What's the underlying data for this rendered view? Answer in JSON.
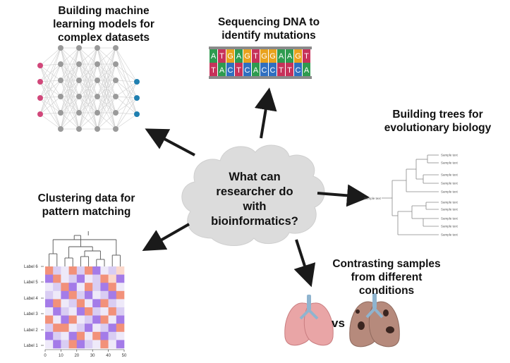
{
  "center": {
    "lines": [
      "What can",
      "researcher do",
      "with",
      "bioinformatics?"
    ]
  },
  "ml": {
    "lines": [
      "Building machine",
      "learning models for",
      "complex datasets"
    ]
  },
  "dna": {
    "lines": [
      "Sequencing DNA to",
      "identify mutations"
    ],
    "top": [
      "A",
      "T",
      "G",
      "A",
      "G",
      "T",
      "G",
      "G",
      "A",
      "A",
      "G",
      "T"
    ],
    "bottom": [
      "T",
      "A",
      "C",
      "T",
      "C",
      "A",
      "C",
      "C",
      "T",
      "T",
      "C",
      "A"
    ],
    "colors": {
      "A": "#2e9b4f",
      "T": "#c7325a",
      "G": "#e8a21d",
      "C": "#2f6fc0"
    }
  },
  "trees": {
    "lines": [
      "Building trees for",
      "evolutionary biology"
    ],
    "root_label": "Sample text",
    "leaf_labels": [
      "Sample text",
      "Sample text",
      "Sample text",
      "Sample text",
      "Sample text",
      "Sample text",
      "Sample text",
      "Sample text",
      "Sample text",
      "Sample text",
      "Sample text"
    ]
  },
  "clustering": {
    "lines": [
      "Clustering data for",
      "pattern matching"
    ],
    "row_labels": [
      "Label 6",
      "Label 5",
      "Label 4",
      "Label 3",
      "Label 2",
      "Label 1"
    ],
    "x_ticks": [
      "0",
      "10",
      "20",
      "30",
      "40",
      "50"
    ],
    "palette": {
      "salmon": "#f2917a",
      "violet": "#a47be8",
      "lavender": "#d9cdf3",
      "peach": "#fbd8cc",
      "pale": "#eee9f9"
    }
  },
  "samples": {
    "lines": [
      "Contrasting samples",
      "from different",
      "conditions"
    ],
    "vs_label": "vs"
  },
  "colors": {
    "input_node": "#d1477a",
    "hidden_node": "#9a9a9a",
    "output_node": "#1f7fb0",
    "arrow": "#1a1a1a",
    "cloud": "#dcdcdc"
  }
}
